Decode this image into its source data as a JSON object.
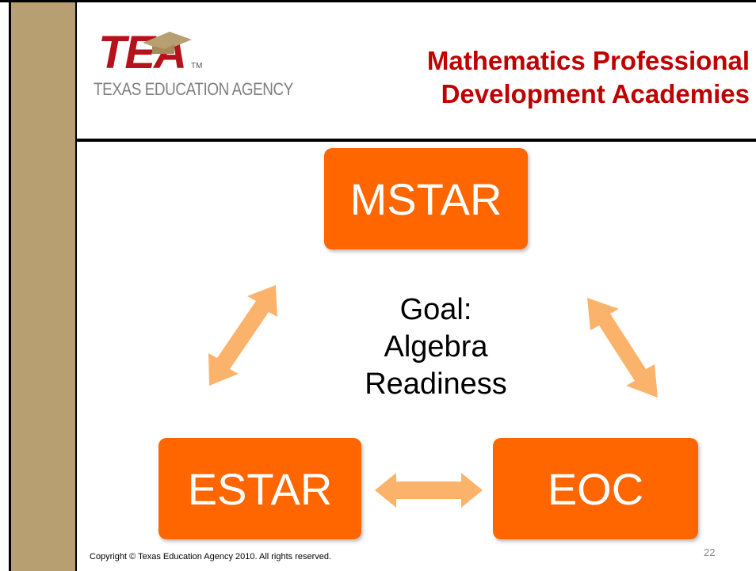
{
  "logo": {
    "mark": "TEA",
    "tm": "TM",
    "agency": "TEXAS EDUCATION AGENCY"
  },
  "title": {
    "line1": "Mathematics Professional",
    "line2": "Development Academies"
  },
  "diagram": {
    "boxes": {
      "mstar": "MSTAR",
      "estar": "ESTAR",
      "eoc": "EOC"
    },
    "goal": {
      "line1": "Goal:",
      "line2": "Algebra",
      "line3": "Readiness"
    }
  },
  "colors": {
    "accent_bar": "#b79f71",
    "title": "#c00000",
    "box_fill": "#ff6600",
    "arrow_fill": "#fbb36b"
  },
  "footer": {
    "copyright": "Copyright © Texas Education Agency 2010. All rights reserved.",
    "page_number": "22"
  }
}
